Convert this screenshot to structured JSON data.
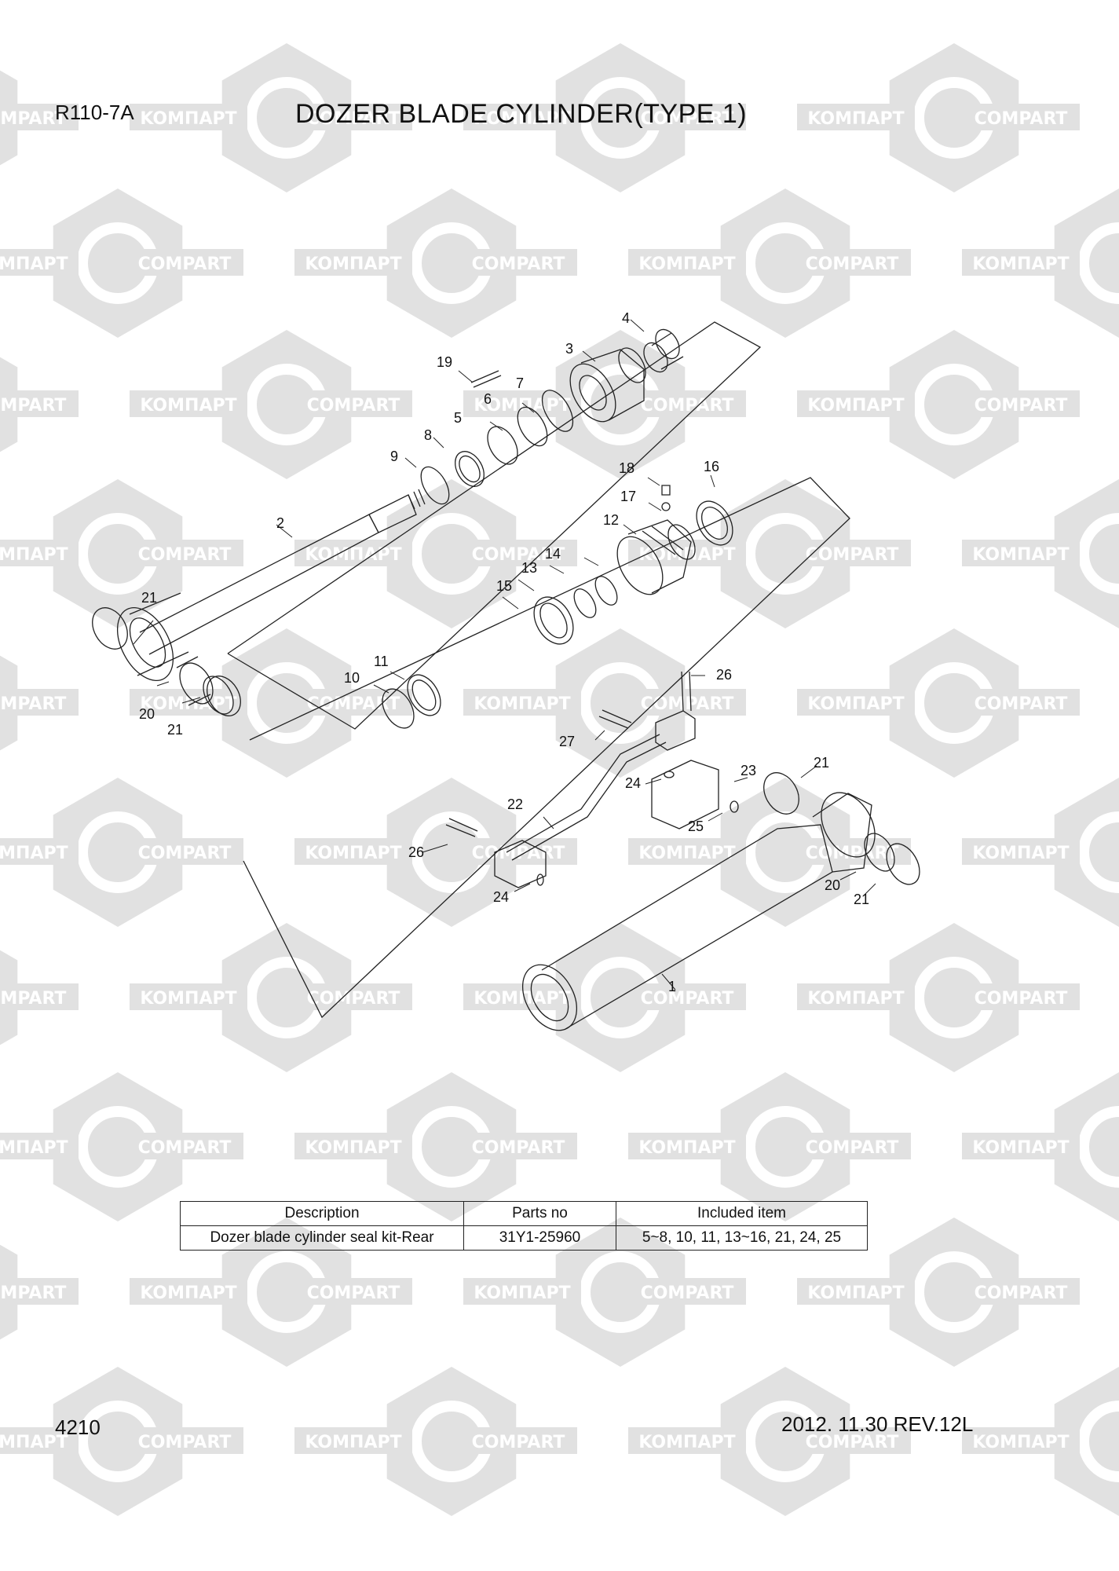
{
  "header": {
    "model": "R110-7A",
    "title": "DOZER BLADE CYLINDER(TYPE 1)"
  },
  "watermark": {
    "texts": [
      "KOMΠAPT",
      "COMPART"
    ],
    "color": "#c9c9c9"
  },
  "diagram": {
    "callouts": [
      "1",
      "2",
      "3",
      "4",
      "5",
      "6",
      "7",
      "8",
      "9",
      "10",
      "11",
      "12",
      "13",
      "14",
      "15",
      "16",
      "17",
      "18",
      "19",
      "20",
      "21",
      "21",
      "20",
      "21",
      "21",
      "22",
      "23",
      "24",
      "24",
      "25",
      "26",
      "26",
      "27"
    ]
  },
  "table": {
    "headers": [
      "Description",
      "Parts no",
      "Included item"
    ],
    "row": {
      "description": "Dozer blade cylinder seal kit-Rear",
      "parts_no": "31Y1-25960",
      "included_item": "5~8, 10, 11, 13~16, 21, 24, 25"
    }
  },
  "footer": {
    "page_number": "4210",
    "revision": "2012. 11.30  REV.12L"
  }
}
